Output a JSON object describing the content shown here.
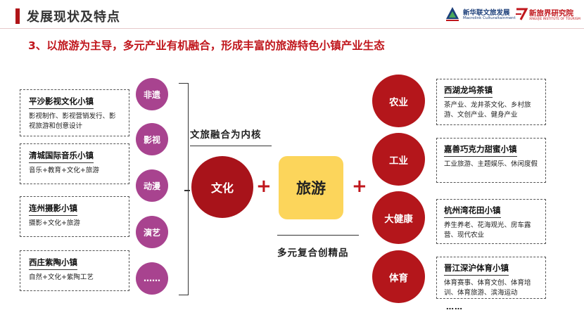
{
  "header": {
    "title": "发展现状及特点",
    "logo_primary_cn": "新华联文旅发展",
    "logo_primary_en": "Macrolink Culturaltainment",
    "logo_secondary_cn": "新旅界研究院",
    "logo_secondary_en": "XINLVJIE INSTITUTE OF TOURISM"
  },
  "subtitle": "3、以旅游为主导，多元产业有机融合，形成丰富的旅游特色小镇产业生态",
  "left_cases": [
    {
      "title": "平沙影视文化小镇",
      "desc": "影视制作、影视营销发行、影视旅游和创意设计"
    },
    {
      "title": "清城国际音乐小镇",
      "desc": "音乐+教育+文化+旅游"
    },
    {
      "title": "连州摄影小镇",
      "desc": "摄影+文化+旅游"
    },
    {
      "title": "西庄紫陶小镇",
      "desc": "自然+文化+紫陶工艺"
    }
  ],
  "culture_types": [
    "非遗",
    "影视",
    "动漫",
    "演艺",
    "……"
  ],
  "center": {
    "culture": "文化",
    "tourism": "旅游",
    "plus": "+",
    "core_label": "文旅融合为内核",
    "fusion_label": "多元复合创精品"
  },
  "industries": [
    "农业",
    "工业",
    "大健康",
    "体育"
  ],
  "right_cases": [
    {
      "title": "西湖龙坞茶镇",
      "desc": "茶产业、龙井茶文化、乡村旅游、文创产业、健身产业"
    },
    {
      "title": "嘉善巧克力甜蜜小镇",
      "desc": "工业旅游、主题娱乐、休闲度假"
    },
    {
      "title": "杭州湾花田小镇",
      "desc": "养生养老、花海观光、房车露营、现代农业"
    },
    {
      "title": "晋江深沪体育小镇",
      "desc": "体育赛事、体育文创、体育培训、体育旅游、滨海运动"
    }
  ],
  "right_more": "……",
  "colors": {
    "accent_red": "#b4161b",
    "culture_purple": "#a8438f",
    "tourism_yellow": "#fcd55b"
  }
}
